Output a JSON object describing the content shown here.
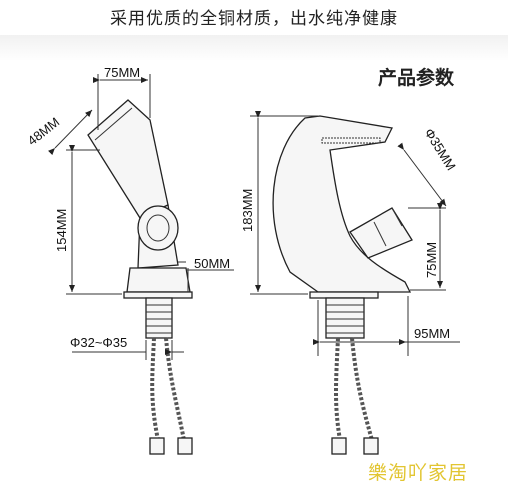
{
  "caption": "采用优质的全铜材质，出水纯净健康",
  "params_title": "产品参数",
  "watermark": "樂淘吖家居",
  "left_view": {
    "dim_width": "75MM",
    "dim_spout": "48MM",
    "dim_height": "154MM",
    "dim_base": "50MM",
    "dim_thread": "Φ32~Φ35"
  },
  "right_view": {
    "dim_height": "183MM",
    "dim_handle": "Φ35MM",
    "dim_handle_h": "75MM",
    "dim_reach": "95MM"
  }
}
